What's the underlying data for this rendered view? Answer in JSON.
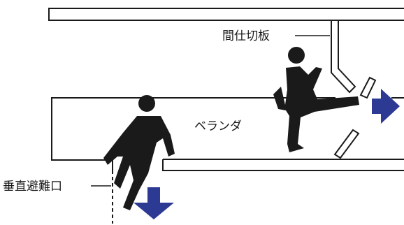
{
  "labels": {
    "partition": "間仕切板",
    "balcony": "ベランダ",
    "hatch": "垂直避難口"
  },
  "colors": {
    "line": "#1a1a1a",
    "arrow": "#2d3a93",
    "background": "#ffffff"
  }
}
